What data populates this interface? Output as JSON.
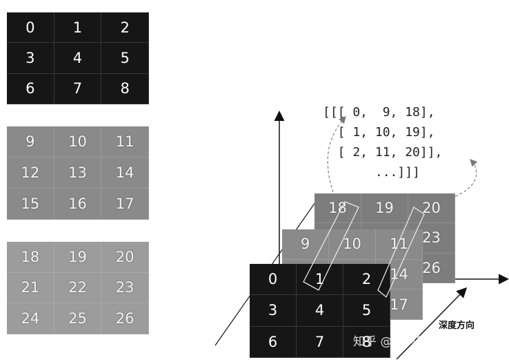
{
  "left_grids": [
    {
      "cells": [
        "0",
        "1",
        "2",
        "3",
        "4",
        "5",
        "6",
        "7",
        "8"
      ]
    },
    {
      "cells": [
        "9",
        "10",
        "11",
        "12",
        "13",
        "14",
        "15",
        "16",
        "17"
      ]
    },
    {
      "cells": [
        "18",
        "19",
        "20",
        "21",
        "22",
        "23",
        "24",
        "25",
        "26"
      ]
    }
  ],
  "stack": {
    "front": [
      "0",
      "1",
      "2",
      "3",
      "4",
      "5",
      "6",
      "7",
      "8"
    ],
    "mid": [
      "9",
      "10",
      "11",
      "",
      "",
      "14",
      "",
      "",
      "17"
    ],
    "back": [
      "18",
      "19",
      "20",
      "",
      "",
      "23",
      "",
      "",
      "26"
    ]
  },
  "code_lines": [
    "[[[ 0,  9, 18],",
    "  [ 1, 10, 19],",
    "  [ 2, 11, 20]],",
    "       ...]]]"
  ],
  "depth_label": "深度方向",
  "watermark": "知乎 @小狗贝贝Baby",
  "colors": {
    "dark": "#161616",
    "mid": "#8a8a8a",
    "light": "#9c9c9c",
    "arrow": "#111111"
  }
}
